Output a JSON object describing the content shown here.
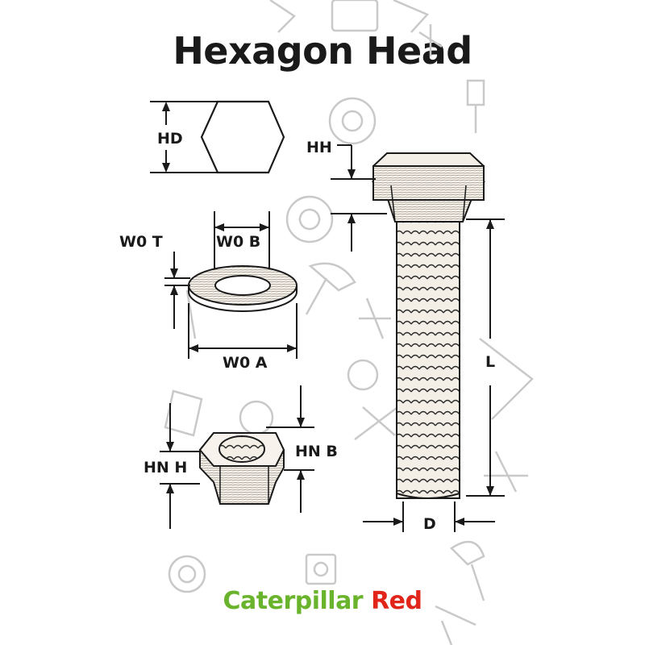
{
  "title": "Hexagon Head",
  "labels": {
    "hd": "HD",
    "hh": "HH",
    "wo_t": "W0 T",
    "wo_b": "W0 B",
    "wo_a": "W0 A",
    "l": "L",
    "hn_h": "HN H",
    "hn_b": "HN B",
    "d": "D"
  },
  "brand": {
    "part1": "Caterpillar",
    "part2": "Red"
  },
  "colors": {
    "brand_green": "#6ab42d",
    "brand_red": "#e1251b",
    "ink": "#1a1a1a",
    "background_icons": "#c9c9c9"
  }
}
